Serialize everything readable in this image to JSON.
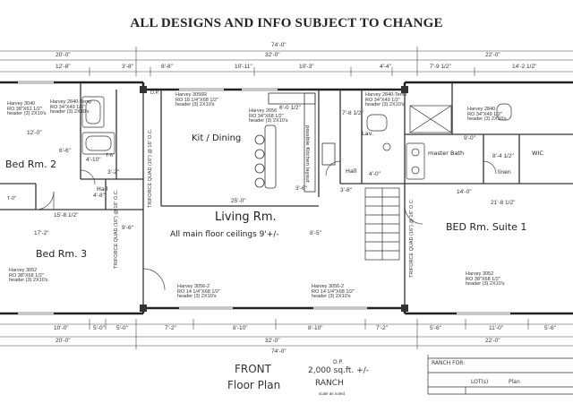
{
  "banner": "ALL DESIGNS AND INFO SUBJECT TO CHANGE",
  "rooms": {
    "bed2": "Bed Rm. 2",
    "bed3": "Bed Rm. 3",
    "kit": "Kit / Dining",
    "living": "Living Rm.",
    "ceiling": "All main floor ceilings 9'+/-",
    "suite": "BED Rm. Suite 1",
    "hall_left": "Hall",
    "hall_mid": "Hall",
    "lav": "Lav.",
    "master_bath": "master Bath",
    "linen": "linen",
    "wic": "WIC",
    "island": "possible Kitchen layout"
  },
  "windows": {
    "w_bed2": [
      "Harvey 3040",
      "RO 38\"X61 1/2\"",
      "header (3) 2X10's"
    ],
    "w_bed3": [
      "Harvey 3052",
      "RO 38\"X68 1/2\"",
      "header (3) 2X10's"
    ],
    "w_kit": [
      "Harvey 3056R",
      "RO 18 1/4\"X68 1/2\"",
      "header (3) 2X10's"
    ],
    "w_kit2": [
      "Harvey 2656",
      "RO 34\"X68 1/2\"",
      "header (3) 2X10's"
    ],
    "w_liv_left": [
      "Harvey 3056-2",
      "RO 14 1/4\"X68 1/2\"",
      "header (3) 2X10's"
    ],
    "w_liv_right": [
      "Harvey 3056-2",
      "RO 14 1/4\"X68 1/2\"",
      "header (3) 2X10's"
    ],
    "w_suite": [
      "Harvey 3052",
      "RO 38\"X68 1/2\"",
      "header (3) 2X10's"
    ],
    "w_top_left": [
      "Harvey 2840-Temp",
      "RO 34\"X49 1/2\"",
      "header (3) 2X10's"
    ],
    "w_top_right": [
      "Harvey 2840-Temp",
      "RO 34\"X49 1/2\"",
      "header (3) 2X10's"
    ],
    "w_bath": [
      "Harvey 2840",
      "RO 34\"X49 1/2\"",
      "header (3) 2X10's"
    ]
  },
  "quads": {
    "left": "TRIFORCE QUAD (16\") @ 16\" O.C.",
    "mid": "TRIFORCE QUAD (16\") @ 16\" O.C.",
    "right": "TRIFORCE QUAD (16\") @ 16\" O.C."
  },
  "dims": {
    "overall_top": "74'-0\"",
    "overall_bottom": "74'-0\"",
    "top_row": [
      "20'-0\"",
      "32'-0\"",
      "22'-0\""
    ],
    "top_row2": [
      "12'-8\"",
      "3'-8\"",
      "8'-8\"",
      "10'-11\"",
      "10'-3\"",
      "4'-4\"",
      "7'-9 1/2\"",
      "14'-2 1/2\""
    ],
    "bottom_row": [
      "10'-0\"",
      "5'-0\"",
      "5'-0\"",
      "7'-2\"",
      "8'-10\"",
      "8'-10\"",
      "7'-2\"",
      "5'-6\"",
      "11'-0\"",
      "5'-6\""
    ],
    "bottom_row2": [
      "20'-0\"",
      "32'-0\"",
      "22'-0\""
    ],
    "misc": [
      "12'-0\"",
      "15'-8 1/2\"",
      "17'-2\"",
      "25'-0\"",
      "14'-0\"",
      "21'-8 1/2\"",
      "9'-0\"",
      "8'-4 1/2\"",
      "6'-0 1/2\"",
      "3'-6\"",
      "7'-8 1/2\"",
      "3'-8\"",
      "4'-0\"",
      "3'-2\"",
      "4'-10\"",
      "6'-6\"",
      "9'-6\"",
      "8'-5\"",
      "4'-8\""
    ]
  },
  "title": {
    "line1": "FRONT",
    "line2": "Floor Plan",
    "sqft": "2,000 sq.ft. +/-",
    "style": "RANCH",
    "dp": "D.P.",
    "scale": "scale as noted"
  },
  "block": {
    "ranch_for": "RANCH FOR:",
    "lot": "LOT(s)",
    "plan": "Plan"
  },
  "notes": {
    "attic": "D.P.",
    "closet": "T-0\"",
    "pantry": "T-6\""
  }
}
